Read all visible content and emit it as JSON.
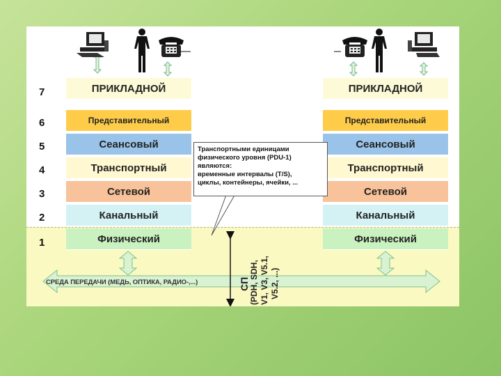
{
  "layers": [
    {
      "num": "7",
      "name": "ПРИКЛАДНОЙ",
      "color": "#fdfbd7"
    },
    {
      "num": "6",
      "name": "Представительный",
      "color": "#ffcc4a"
    },
    {
      "num": "5",
      "name": "Сеансовый",
      "color": "#99c3e8"
    },
    {
      "num": "4",
      "name": "Транспортный",
      "color": "#fff8d0"
    },
    {
      "num": "3",
      "name": "Сетевой",
      "color": "#f8c29a"
    },
    {
      "num": "2",
      "name": "Канальный",
      "color": "#d4f2f4"
    },
    {
      "num": "1",
      "name": "Физический",
      "color": "#c9f2c0"
    }
  ],
  "callout": {
    "lines": [
      "Транспортными единицами",
      "физического уровня (PDU-1)",
      "являются:",
      "временные интервалы (T/S),",
      "циклы, контейнеры, ячейки, ..."
    ]
  },
  "medium": {
    "label": "СРЕДА ПЕРЕДАЧИ (МЕДЬ, ОПТИКА, РАДИО-,...)",
    "sp_lines": [
      "СП",
      "(PDH, SDH,",
      "V1, V3, V5.1,",
      "V5.2, ...)"
    ]
  },
  "colors": {
    "background": "#a9d57a",
    "medium_zone": "#fbf9c2",
    "arrow_fill": "#d9f2d2",
    "arrow_stroke": "#7fbf8a"
  },
  "icons": [
    "computer-icon",
    "person-icon",
    "telephone-icon"
  ]
}
